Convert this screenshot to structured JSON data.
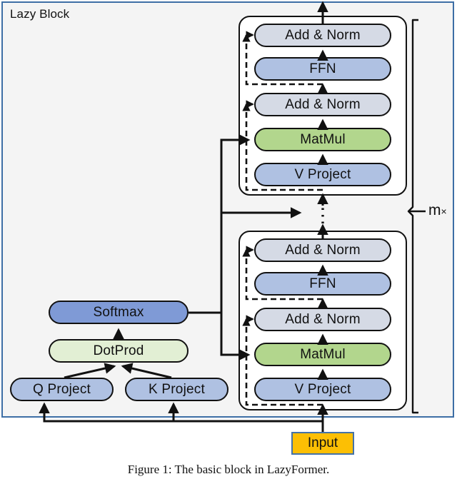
{
  "figure": {
    "frame_title": "Lazy Block",
    "caption": "Figure 1: The basic block in LazyFormer.",
    "repeat_label": "m",
    "repeat_label_sub": "×"
  },
  "colors": {
    "frame_border": "#3d6ea5",
    "frame_background": "#f4f4f4",
    "add_norm": "#d5dae5",
    "ffn": "#afc1e2",
    "matmul": "#b2d68d",
    "v_project": "#afc1e2",
    "softmax": "#7f9ad6",
    "dotprod": "#e2efd4",
    "q_project": "#afc1e2",
    "k_project": "#afc1e2",
    "input": "#fcbf04",
    "input_border": "#4472a8",
    "stroke": "#111111"
  },
  "upper_block": {
    "name": "upper-transformer-sublayer",
    "nodes": [
      {
        "id": "add-norm-2",
        "label": "Add & Norm",
        "kind": "addnorm"
      },
      {
        "id": "ffn",
        "label": "FFN",
        "kind": "ffn"
      },
      {
        "id": "add-norm-1",
        "label": "Add & Norm",
        "kind": "addnorm"
      },
      {
        "id": "matmul",
        "label": "MatMul",
        "kind": "matmul"
      },
      {
        "id": "v-project",
        "label": "V Project",
        "kind": "vproj"
      }
    ]
  },
  "lower_block": {
    "name": "lower-transformer-sublayer",
    "nodes": [
      {
        "id": "add-norm-2",
        "label": "Add & Norm",
        "kind": "addnorm"
      },
      {
        "id": "ffn",
        "label": "FFN",
        "kind": "ffn"
      },
      {
        "id": "add-norm-1",
        "label": "Add & Norm",
        "kind": "addnorm"
      },
      {
        "id": "matmul",
        "label": "MatMul",
        "kind": "matmul"
      },
      {
        "id": "v-project",
        "label": "V Project",
        "kind": "vproj"
      }
    ]
  },
  "attention_branch": {
    "softmax": "Softmax",
    "dotprod": "DotProd",
    "q_project": "Q Project",
    "k_project": "K Project"
  },
  "input_node": {
    "label": "Input"
  }
}
